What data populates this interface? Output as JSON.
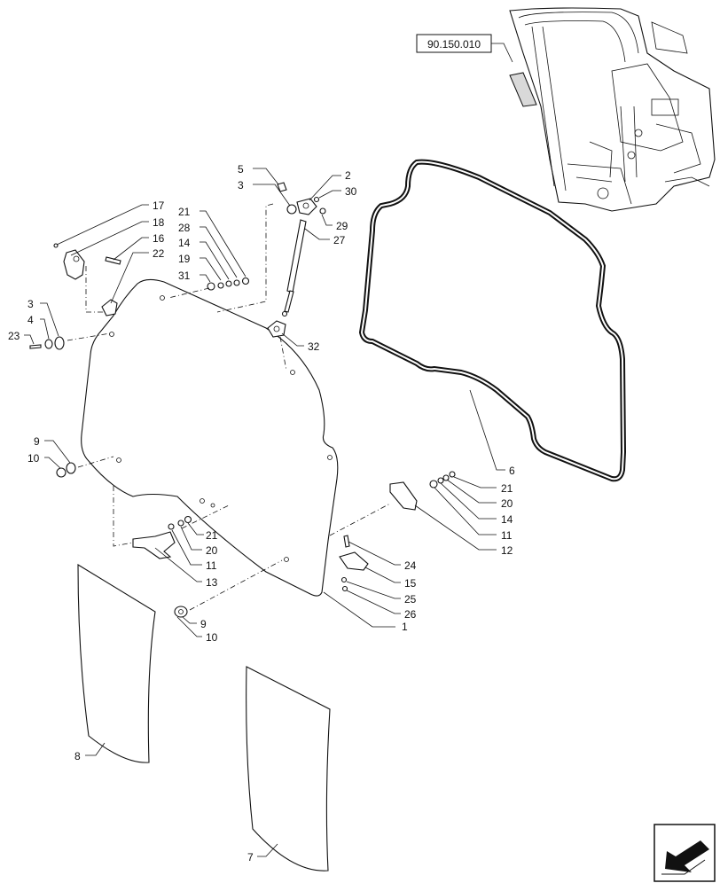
{
  "reference": "90.150.010",
  "callouts": {
    "c1": "1",
    "c2": "2",
    "c3a": "3",
    "c3b": "3",
    "c4": "4",
    "c5": "5",
    "c6": "6",
    "c7": "7",
    "c8": "8",
    "c9a": "9",
    "c9b": "9",
    "c10a": "10",
    "c10b": "10",
    "c11a": "11",
    "c11b": "11",
    "c12": "12",
    "c13": "13",
    "c14a": "14",
    "c14b": "14",
    "c15": "15",
    "c16": "16",
    "c17": "17",
    "c18": "18",
    "c19": "19",
    "c20a": "20",
    "c20b": "20",
    "c21a": "21",
    "c21b": "21",
    "c21c": "21",
    "c22": "22",
    "c23": "23",
    "c24": "24",
    "c25": "25",
    "c26": "26",
    "c27": "27",
    "c28": "28",
    "c29": "29",
    "c30": "30",
    "c31": "31",
    "c32": "32"
  },
  "icons": {
    "nav": "next-page-arrow-icon"
  }
}
